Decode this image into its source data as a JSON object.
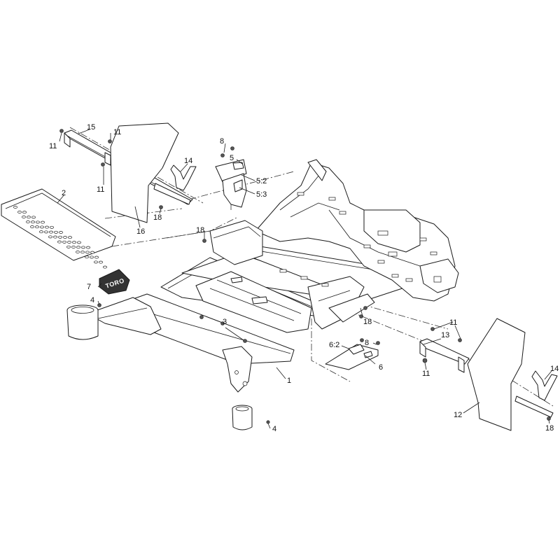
{
  "callouts": {
    "c1": "1",
    "c2": "2",
    "c3": "3",
    "c4a": "4",
    "c4b": "4",
    "c5": "5",
    "c5_2": "5:2",
    "c5_3": "5:3",
    "c6": "6",
    "c6_2": "6:2",
    "c7": "7",
    "c8a": "8",
    "c8b": "8",
    "c11a": "11",
    "c11b": "11",
    "c11c": "11",
    "c11d": "11",
    "c11e": "11",
    "c12": "12",
    "c13": "13",
    "c14a": "14",
    "c14b": "14",
    "c15": "15",
    "c16": "16",
    "c18a": "18",
    "c18b": "18",
    "c18c": "18",
    "c18d": "18"
  },
  "decal": {
    "text": "TORO"
  },
  "colors": {
    "line": "#1a1a1a",
    "background": "#ffffff",
    "decal": "#333333"
  }
}
